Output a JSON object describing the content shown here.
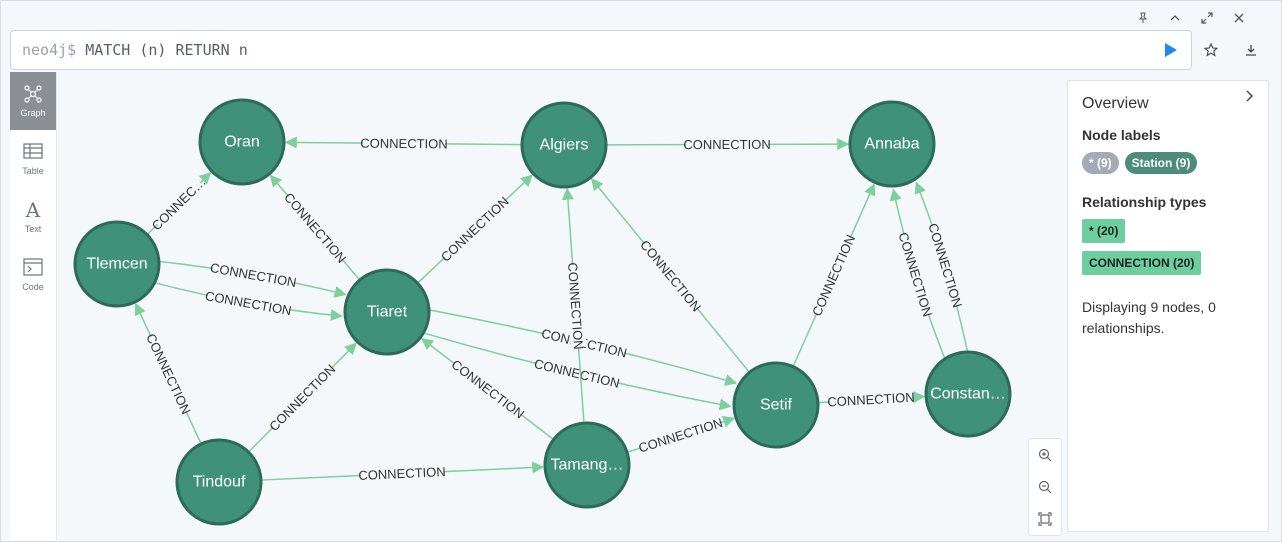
{
  "window_icons": [
    "pin-icon",
    "chevron-up-icon",
    "expand-icon",
    "close-icon"
  ],
  "editor": {
    "prompt": "neo4j$",
    "query": "MATCH (n) RETURN n"
  },
  "editor_actions": [
    "play-icon",
    "star-icon",
    "download-icon"
  ],
  "sidebar": {
    "items": [
      {
        "label": "Graph",
        "icon": "graph-icon",
        "active": true
      },
      {
        "label": "Table",
        "icon": "table-icon"
      },
      {
        "label": "Text",
        "icon": "text-icon"
      },
      {
        "label": "Code",
        "icon": "code-icon"
      }
    ]
  },
  "graph": {
    "node_color": "#3f9278",
    "node_border": "#2c6b57",
    "edge_color": "#7dcf9c",
    "nodes": [
      {
        "id": "Oran",
        "label": "Oran"
      },
      {
        "id": "Algiers",
        "label": "Algiers"
      },
      {
        "id": "Annaba",
        "label": "Annaba"
      },
      {
        "id": "Tlemcen",
        "label": "Tlemcen"
      },
      {
        "id": "Tiaret",
        "label": "Tiaret"
      },
      {
        "id": "Setif",
        "label": "Setif"
      },
      {
        "id": "Constantine",
        "label": "Constan…"
      },
      {
        "id": "Tindouf",
        "label": "Tindouf"
      },
      {
        "id": "Tamanghasset",
        "label": "Tamang…"
      }
    ],
    "edges": [
      {
        "from": "Algiers",
        "to": "Oran",
        "label": "CONNECTION"
      },
      {
        "from": "Algiers",
        "to": "Annaba",
        "label": "CONNECTION"
      },
      {
        "from": "Tlemcen",
        "to": "Oran",
        "label": "CONNEC…"
      },
      {
        "from": "Tiaret",
        "to": "Oran",
        "label": "CONNECTION"
      },
      {
        "from": "Tiaret",
        "to": "Algiers",
        "label": "CONNECTION"
      },
      {
        "from": "Tlemcen",
        "to": "Tiaret",
        "label": "CONNECTION"
      },
      {
        "from": "Tlemcen",
        "to": "Tiaret",
        "label": "CONNECTION"
      },
      {
        "from": "Tindouf",
        "to": "Tlemcen",
        "label": "CONNECTION"
      },
      {
        "from": "Tindouf",
        "to": "Tiaret",
        "label": "CONNECTION"
      },
      {
        "from": "Tindouf",
        "to": "Tamanghasset",
        "label": "CONNECTION"
      },
      {
        "from": "Tiaret",
        "to": "Setif",
        "label": "CONNECTION"
      },
      {
        "from": "Tiaret",
        "to": "Setif",
        "label": "CONNECTION"
      },
      {
        "from": "Tamanghasset",
        "to": "Tiaret",
        "label": "CONNECTION"
      },
      {
        "from": "Tamanghasset",
        "to": "Algiers",
        "label": "CONNECTION"
      },
      {
        "from": "Tamanghasset",
        "to": "Setif",
        "label": "CONNECTION"
      },
      {
        "from": "Setif",
        "to": "Algiers",
        "label": "CONNECTION"
      },
      {
        "from": "Setif",
        "to": "Annaba",
        "label": "CONNECTION"
      },
      {
        "from": "Setif",
        "to": "Constantine",
        "label": "CONNECTION"
      },
      {
        "from": "Constantine",
        "to": "Annaba",
        "label": "CONNECTION"
      },
      {
        "from": "Constantine",
        "to": "Annaba",
        "label": "CONNECTION"
      }
    ]
  },
  "zoom_controls": [
    "zoom-in-icon",
    "zoom-out-icon",
    "fit-icon"
  ],
  "overview": {
    "title": "Overview",
    "node_labels_title": "Node labels",
    "node_labels": [
      {
        "text": "* (9)",
        "color": "#a5abb6"
      },
      {
        "text": "Station (9)",
        "color": "#4c8c78"
      }
    ],
    "rel_types_title": "Relationship types",
    "rel_types": [
      {
        "text": "* (20)"
      },
      {
        "text": "CONNECTION (20)"
      }
    ],
    "description": "Displaying 9 nodes, 0 relationships."
  }
}
